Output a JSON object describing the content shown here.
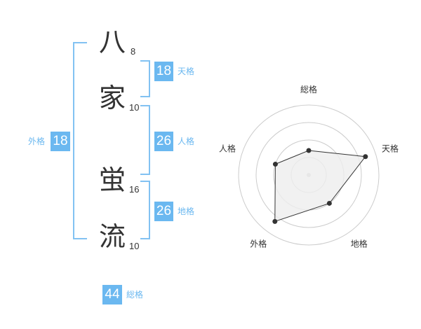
{
  "name": {
    "chars": [
      {
        "char": "八",
        "strokes": "8"
      },
      {
        "char": "家",
        "strokes": "10"
      },
      {
        "char": "蛍",
        "strokes": "16"
      },
      {
        "char": "流",
        "strokes": "10"
      }
    ]
  },
  "fortune": {
    "tenkaku": {
      "value": "18",
      "label": "天格"
    },
    "jinkaku": {
      "value": "26",
      "label": "人格"
    },
    "chikaku": {
      "value": "26",
      "label": "地格"
    },
    "gaikaku": {
      "value": "18",
      "label": "外格"
    },
    "soukaku": {
      "value": "44",
      "label": "総格"
    }
  },
  "colors": {
    "accent": "#6bb8f0",
    "bracket": "#82c2f2",
    "text": "#333333",
    "radar_fill": "#eeeeee",
    "radar_ring": "#cccccc"
  },
  "chart_data": {
    "type": "radar",
    "axes": [
      "総格",
      "天格",
      "地格",
      "外格",
      "人格"
    ],
    "values": [
      0.35,
      0.85,
      0.5,
      0.82,
      0.5
    ],
    "range": [
      0,
      1
    ],
    "rings": 4
  }
}
